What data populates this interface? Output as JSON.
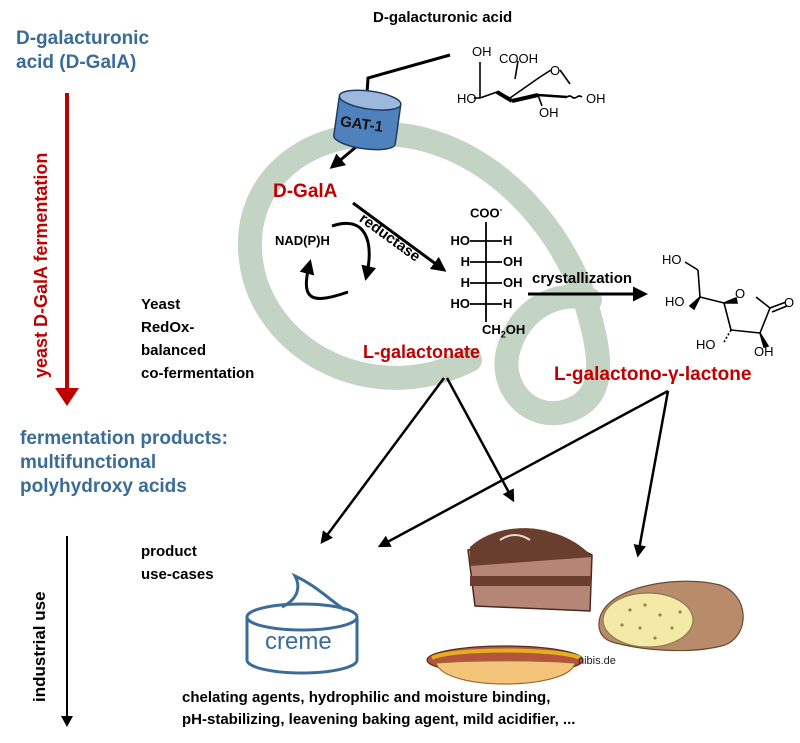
{
  "left_column": {
    "title_line1_prefix": "D",
    "title_line1": "-galacturonic",
    "title_line2_a": "acid (",
    "title_line2_prefix": "D",
    "title_line2_b": "-GalA)",
    "fermentation_arrow_label_a": "yeast ",
    "fermentation_arrow_label_prefix": "D",
    "fermentation_arrow_label_b": "-GalA fermentation",
    "products_line1": "fermentation products:",
    "products_line2": "multifunctional",
    "products_line3": "polyhydroxy acids",
    "industrial_arrow_label": "industrial use"
  },
  "colors": {
    "title_blue": "#3b6c98",
    "accent_red": "#c00000",
    "loop_green": "#c3d3c4",
    "transporter_blue": "#4f81bd"
  },
  "top": {
    "substrate_prefix": "D",
    "substrate_label": "-galacturonic acid",
    "substrate_structure": {
      "groups": [
        "OH",
        "COOH",
        "O",
        "HO",
        "OH",
        "OH"
      ]
    },
    "transporter_label": "GAT-1"
  },
  "pathway": {
    "intermediate_prefix": "D",
    "intermediate_label": "-GalA",
    "enzyme_label": "reductase",
    "cofactor_label": "NAD(P)H",
    "redox_line1": "Yeast",
    "redox_line2": "RedOx-",
    "redox_line3": "balanced",
    "redox_line4": "co-fermentation",
    "fischer": {
      "top": "COO",
      "top_sup": "-",
      "rows": [
        [
          "HO",
          "H"
        ],
        [
          "H",
          "OH"
        ],
        [
          "H",
          "OH"
        ],
        [
          "HO",
          "H"
        ]
      ],
      "bottom_a": "CH",
      "bottom_sub": "2",
      "bottom_b": "OH"
    },
    "product1_prefix": "L",
    "product1_label": "-galactonate",
    "crystallization_label": "crystallization",
    "lactone_structure": {
      "groups": [
        "HO",
        "HO",
        "O",
        "O",
        "HO",
        "OH"
      ]
    },
    "product2_prefix": "L",
    "product2_label": "-galactono-γ-lactone"
  },
  "usecases": {
    "label_line1": "product",
    "label_line2": "use-cases",
    "creme_label": "creme",
    "credit": "nibis.de",
    "images": [
      "creme-jar",
      "chocolate-cake",
      "hot-dog",
      "bread-loaf"
    ],
    "summary_line1": "chelating agents, hydrophilic and moisture binding,",
    "summary_line2": "pH-stabilizing, leavening baking agent, mild acidifier, ..."
  }
}
